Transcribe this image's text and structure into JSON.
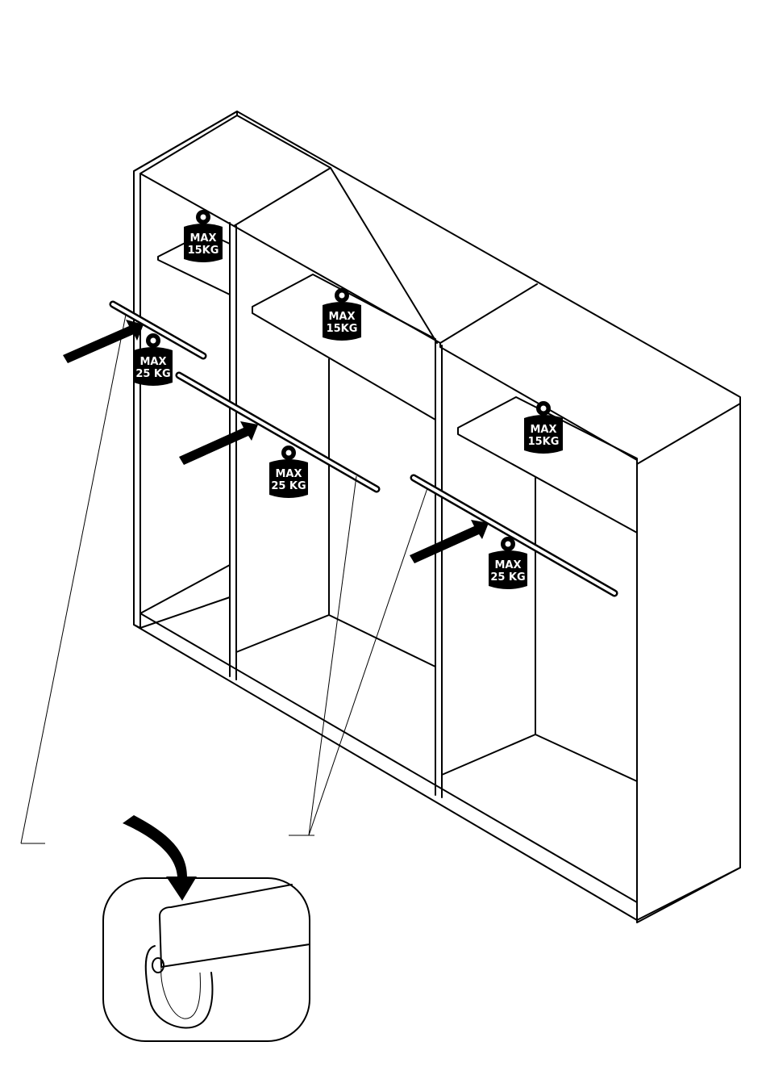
{
  "weights": [
    {
      "line1": "MAX",
      "line2": "15KG"
    },
    {
      "line1": "MAX",
      "line2": "15KG"
    },
    {
      "line1": "MAX",
      "line2": "15KG"
    },
    {
      "line1": "MAX",
      "line2": "25 KG"
    },
    {
      "line1": "MAX",
      "line2": "25 KG"
    },
    {
      "line1": "MAX",
      "line2": "25 KG"
    }
  ]
}
